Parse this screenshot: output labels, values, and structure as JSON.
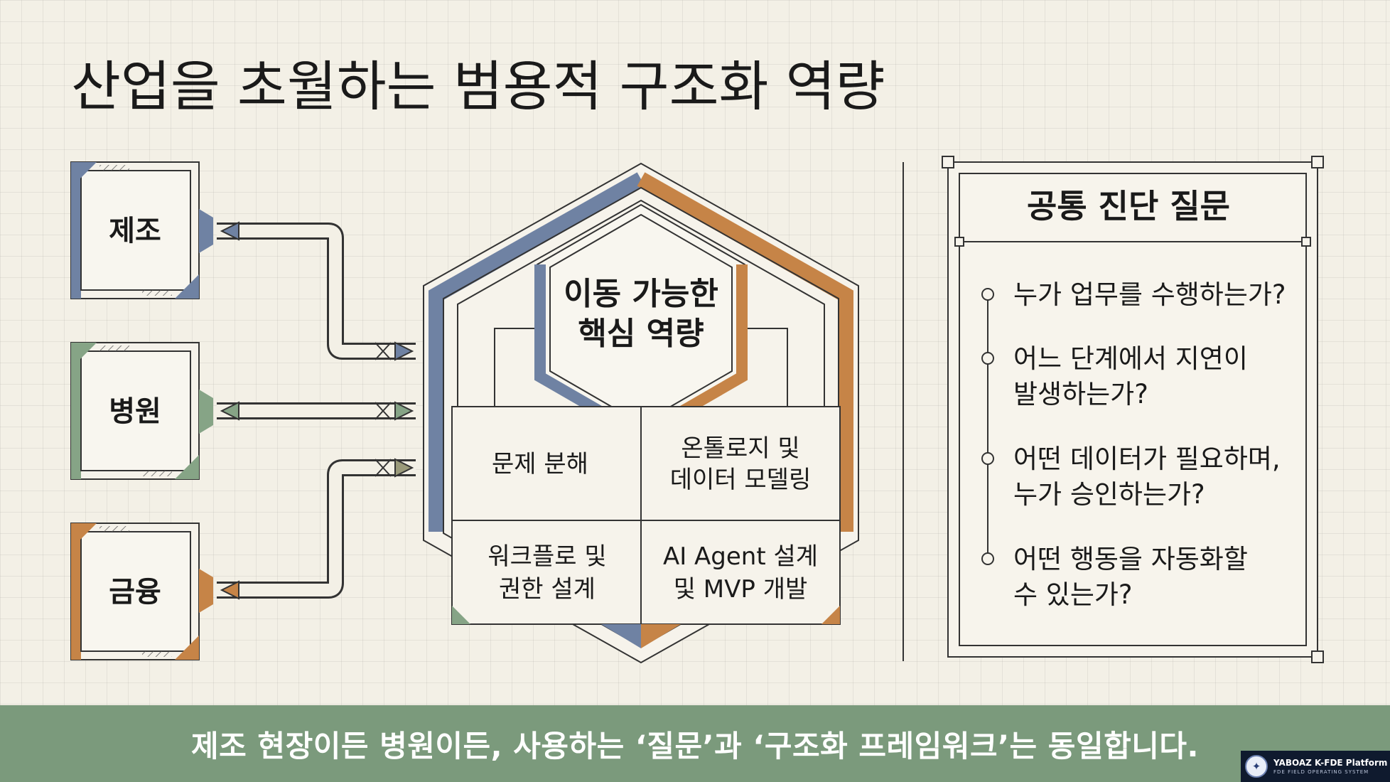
{
  "title": "산업을 초월하는 범용적 구조화 역량",
  "industries": [
    {
      "label": "제조",
      "color": "#6f82a3"
    },
    {
      "label": "병원",
      "color": "#86a486"
    },
    {
      "label": "금융",
      "color": "#c68447"
    }
  ],
  "core": {
    "line1": "이동 가능한",
    "line2": "핵심 역량"
  },
  "capabilities": [
    {
      "line1": "문제 분해",
      "line2": ""
    },
    {
      "line1": "온톨로지 및",
      "line2": "데이터 모델링"
    },
    {
      "line1": "워크플로 및",
      "line2": "권한 설계"
    },
    {
      "line1": "AI Agent 설계",
      "line2": "및 MVP 개발"
    }
  ],
  "panel": {
    "title": "공통 진단 질문",
    "questions": [
      {
        "line1": "누가 업무를 수행하는가?",
        "line2": ""
      },
      {
        "line1": "어느 단계에서 지연이",
        "line2": "발생하는가?"
      },
      {
        "line1": "어떤 데이터가 필요하며,",
        "line2": "누가 승인하는가?"
      },
      {
        "line1": "어떤 행동을 자동화할",
        "line2": "수 있는가?"
      }
    ]
  },
  "banner": "제조 현장이든 병원이든, 사용하는 ‘질문’과 ‘구조화 프레임워크’는 동일합니다.",
  "logo": {
    "name": "YABOAZ K-FDE Platform",
    "sub": "FDE FIELD OPERATING SYSTEM"
  },
  "colors": {
    "blue": "#6f82a3",
    "green": "#86a486",
    "orange": "#c68447",
    "banner": "#7b9a7c",
    "background": "#f3f0e6"
  }
}
